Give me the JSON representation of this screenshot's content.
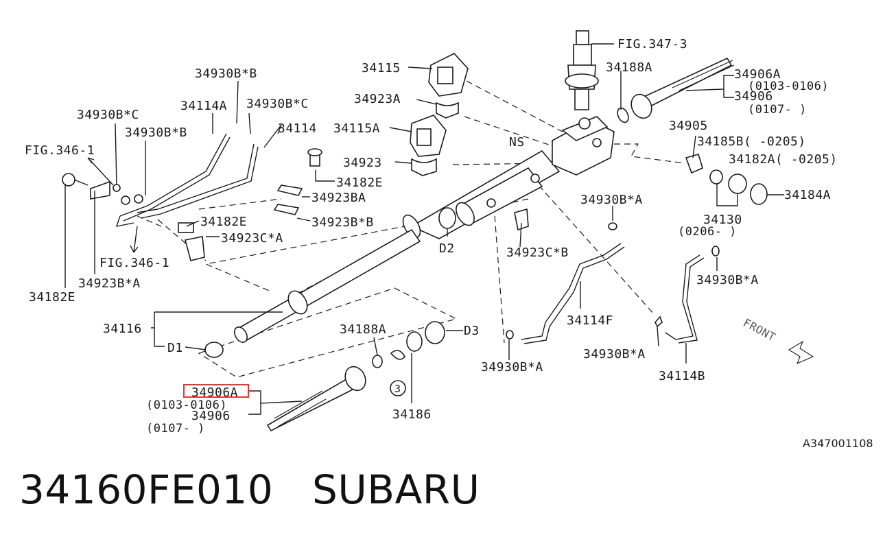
{
  "diagram": {
    "labels": {
      "fig347_3": "FIG.347-3",
      "p34188A_top": "34188A",
      "p34906A_top": "34906A",
      "r0103_0106_top": "(0103-0106)",
      "p34906_top": "34906",
      "r0107_top": "(0107-    )",
      "p34115": "34115",
      "p34923A": "34923A",
      "p34115A": "34115A",
      "p34923": "34923",
      "ns": "NS",
      "p34905": "34905",
      "p34185B": "34185B(    -0205)",
      "p34182A": "34182A(    -0205)",
      "p34184A": "34184A",
      "p34130": "34130",
      "r0206": "(0206-    )",
      "p34930BB_1": "34930B*B",
      "p34930BC_1": "34930B*C",
      "p34114A": "34114A",
      "p34930BC_2": "34930B*C",
      "p34930BB_2": "34930B*B",
      "p34114": "34114",
      "fig346_1_a": "FIG.346-1",
      "p34182E_1": "34182E",
      "p34923BA": "34923BA",
      "p34923BB": "34923B*B",
      "p34182E_2": "34182E",
      "p34923CA": "34923C*A",
      "fig346_1_b": "FIG.346-1",
      "p34923BA_2": "34923B*A",
      "p34182E_3": "34182E",
      "d2": "D2",
      "p34923CB": "34923C*B",
      "p34930BA_1": "34930B*A",
      "p34930BA_2": "34930B*A",
      "p34114F": "34114F",
      "front": "FRONT",
      "p34930BA_3": "34930B*A",
      "p34114B": "34114B",
      "p34930BA_4": "34930B*A",
      "p34116": "34116",
      "d1": "D1",
      "p34188A_bot": "34188A",
      "d3": "D3",
      "p34906A_bot": "34906A",
      "r0103_0106_bot": "(0103-0106)",
      "p34906_bot": "34906",
      "r0107_bot": "(0107-    )",
      "circle3": "3",
      "p34186": "34186",
      "ref_code": "A347001108"
    }
  },
  "caption": {
    "part_number": "34160FE010",
    "brand": "SUBARU"
  }
}
